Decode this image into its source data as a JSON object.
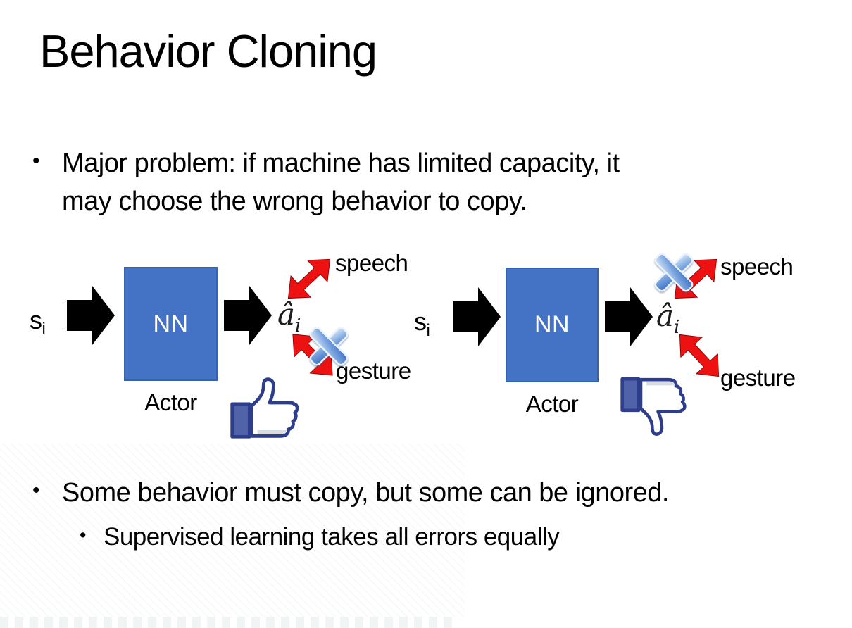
{
  "slide": {
    "title": "Behavior Cloning",
    "bullets": [
      {
        "level": 1,
        "marker": "•",
        "lines": [
          "Major problem: if machine has limited capacity, it",
          "may choose the wrong behavior to copy."
        ]
      },
      {
        "level": 1,
        "marker": "•",
        "lines": [
          "Some behavior must copy, but some can be ignored."
        ]
      },
      {
        "level": 2,
        "marker": "•",
        "lines": [
          "Supervised learning takes all errors equally"
        ]
      }
    ]
  },
  "diagram_left": {
    "input": {
      "base": "s",
      "sub": "i"
    },
    "box_label": "NN",
    "box_caption": "Actor",
    "output": {
      "base": "â",
      "sub": "i"
    },
    "branches": {
      "top": "speech",
      "bottom": "gesture"
    },
    "crossed_out": "gesture",
    "feedback": "thumbs-up"
  },
  "diagram_right": {
    "input": {
      "base": "s",
      "sub": "i"
    },
    "box_label": "NN",
    "box_caption": "Actor",
    "output": {
      "base": "â",
      "sub": "i"
    },
    "branches": {
      "top": "speech",
      "bottom": "gesture"
    },
    "crossed_out": "speech",
    "feedback": "thumbs-down"
  },
  "colors": {
    "background": "#FFFFFF",
    "text": "#000000",
    "nn_box": "#4472C4",
    "nn_box_border": "#3A62A8",
    "nn_text": "#FFFFFF",
    "block_arrow": "#000000",
    "red_arrow": "#EE1111",
    "red_arrow_edge": "#8B0000",
    "x_icon_light": "#DCE9F9",
    "x_icon_mid": "#7AA5E0",
    "x_icon_dark": "#3C6DC2",
    "thumb_outline": "#2E3D8C",
    "thumb_cuff": "#5163A8"
  }
}
